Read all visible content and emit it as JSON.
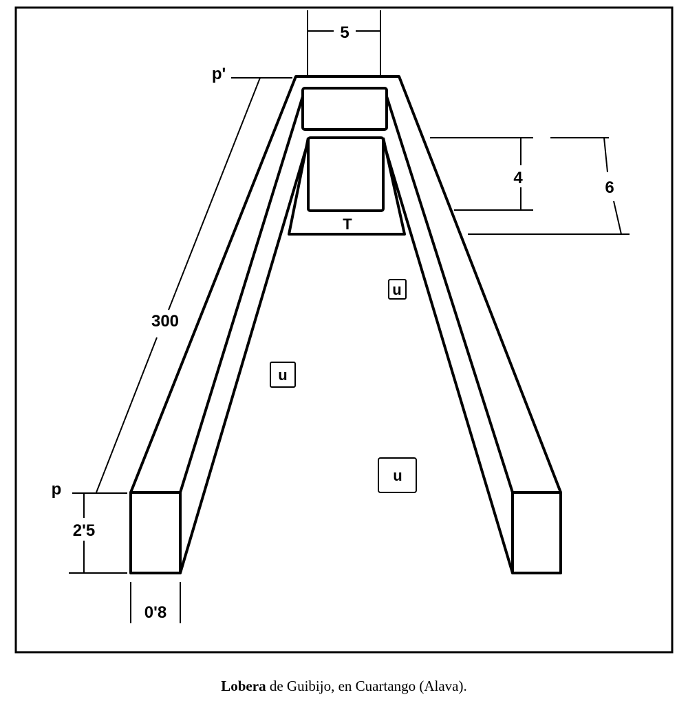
{
  "diagram": {
    "labels": {
      "top_width": "5",
      "p_prime": "p'",
      "length": "300",
      "p": "p",
      "height": "2'5",
      "thickness": "0'8",
      "trap": "T",
      "inner_depth": "4",
      "outer_depth": "6",
      "u": [
        "u",
        "u",
        "u"
      ]
    }
  },
  "caption": {
    "title_bold": "Lobera",
    "rest": " de Guibijo, en Cuartango (Alava)."
  }
}
